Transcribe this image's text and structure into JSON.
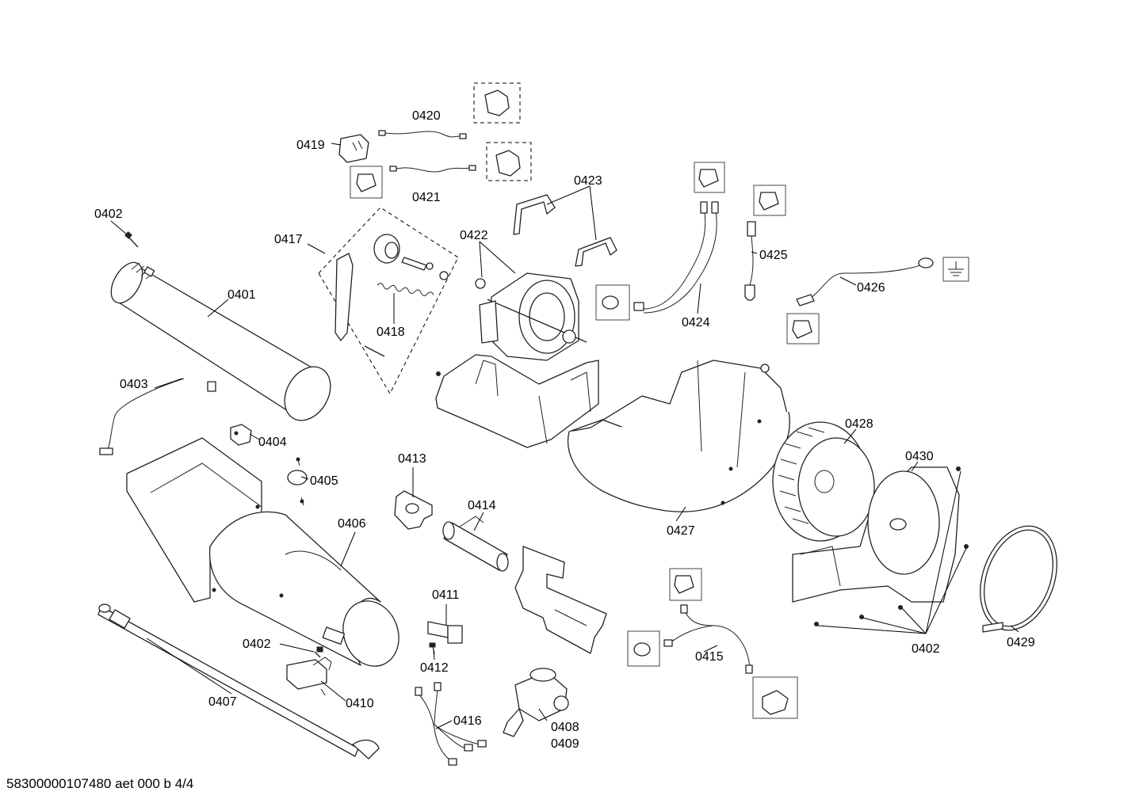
{
  "document_id": "58300000107480 aet 000 b 4/4",
  "part_labels": {
    "p0401": "0401",
    "p0402": "0402",
    "p0403": "0403",
    "p0404": "0404",
    "p0405": "0405",
    "p0406": "0406",
    "p0407": "0407",
    "p0408": "0408",
    "p0409": "0409",
    "p0410": "0410",
    "p0411": "0411",
    "p0412": "0412",
    "p0413": "0413",
    "p0414": "0414",
    "p0415": "0415",
    "p0416": "0416",
    "p0417": "0417",
    "p0418": "0418",
    "p0419": "0419",
    "p0420": "0420",
    "p0421": "0421",
    "p0422": "0422",
    "p0423": "0423",
    "p0424": "0424",
    "p0425": "0425",
    "p0426": "0426",
    "p0427": "0427",
    "p0428": "0428",
    "p0429": "0429",
    "p0430": "0430"
  }
}
